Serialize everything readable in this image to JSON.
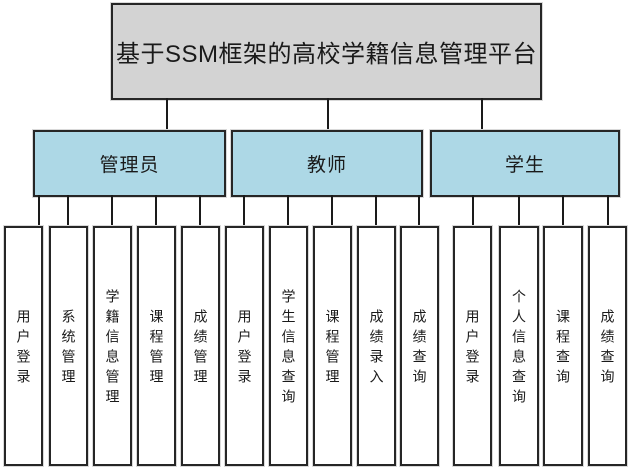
{
  "diagram": {
    "type": "hierarchy",
    "title": "基于SSM框架的高校学籍信息管理平台",
    "branches": [
      {
        "label": "管理员",
        "children": [
          "用户登录",
          "系统管理",
          "学籍信息管理",
          "课程管理",
          "成绩管理"
        ]
      },
      {
        "label": "教师",
        "children": [
          "用户登录",
          "学生信息查询",
          "课程管理",
          "成绩录入",
          "成绩查询"
        ]
      },
      {
        "label": "学生",
        "children": [
          "用户登录",
          "个人信息查询",
          "课程查询",
          "成绩查询"
        ]
      }
    ],
    "colors": {
      "root_fill": "#d3d3d3",
      "branch_fill": "#add8e6",
      "leaf_fill": "#ffffff",
      "border": "#262626",
      "line": "#1a1a1a",
      "background": "#ffffff"
    }
  }
}
